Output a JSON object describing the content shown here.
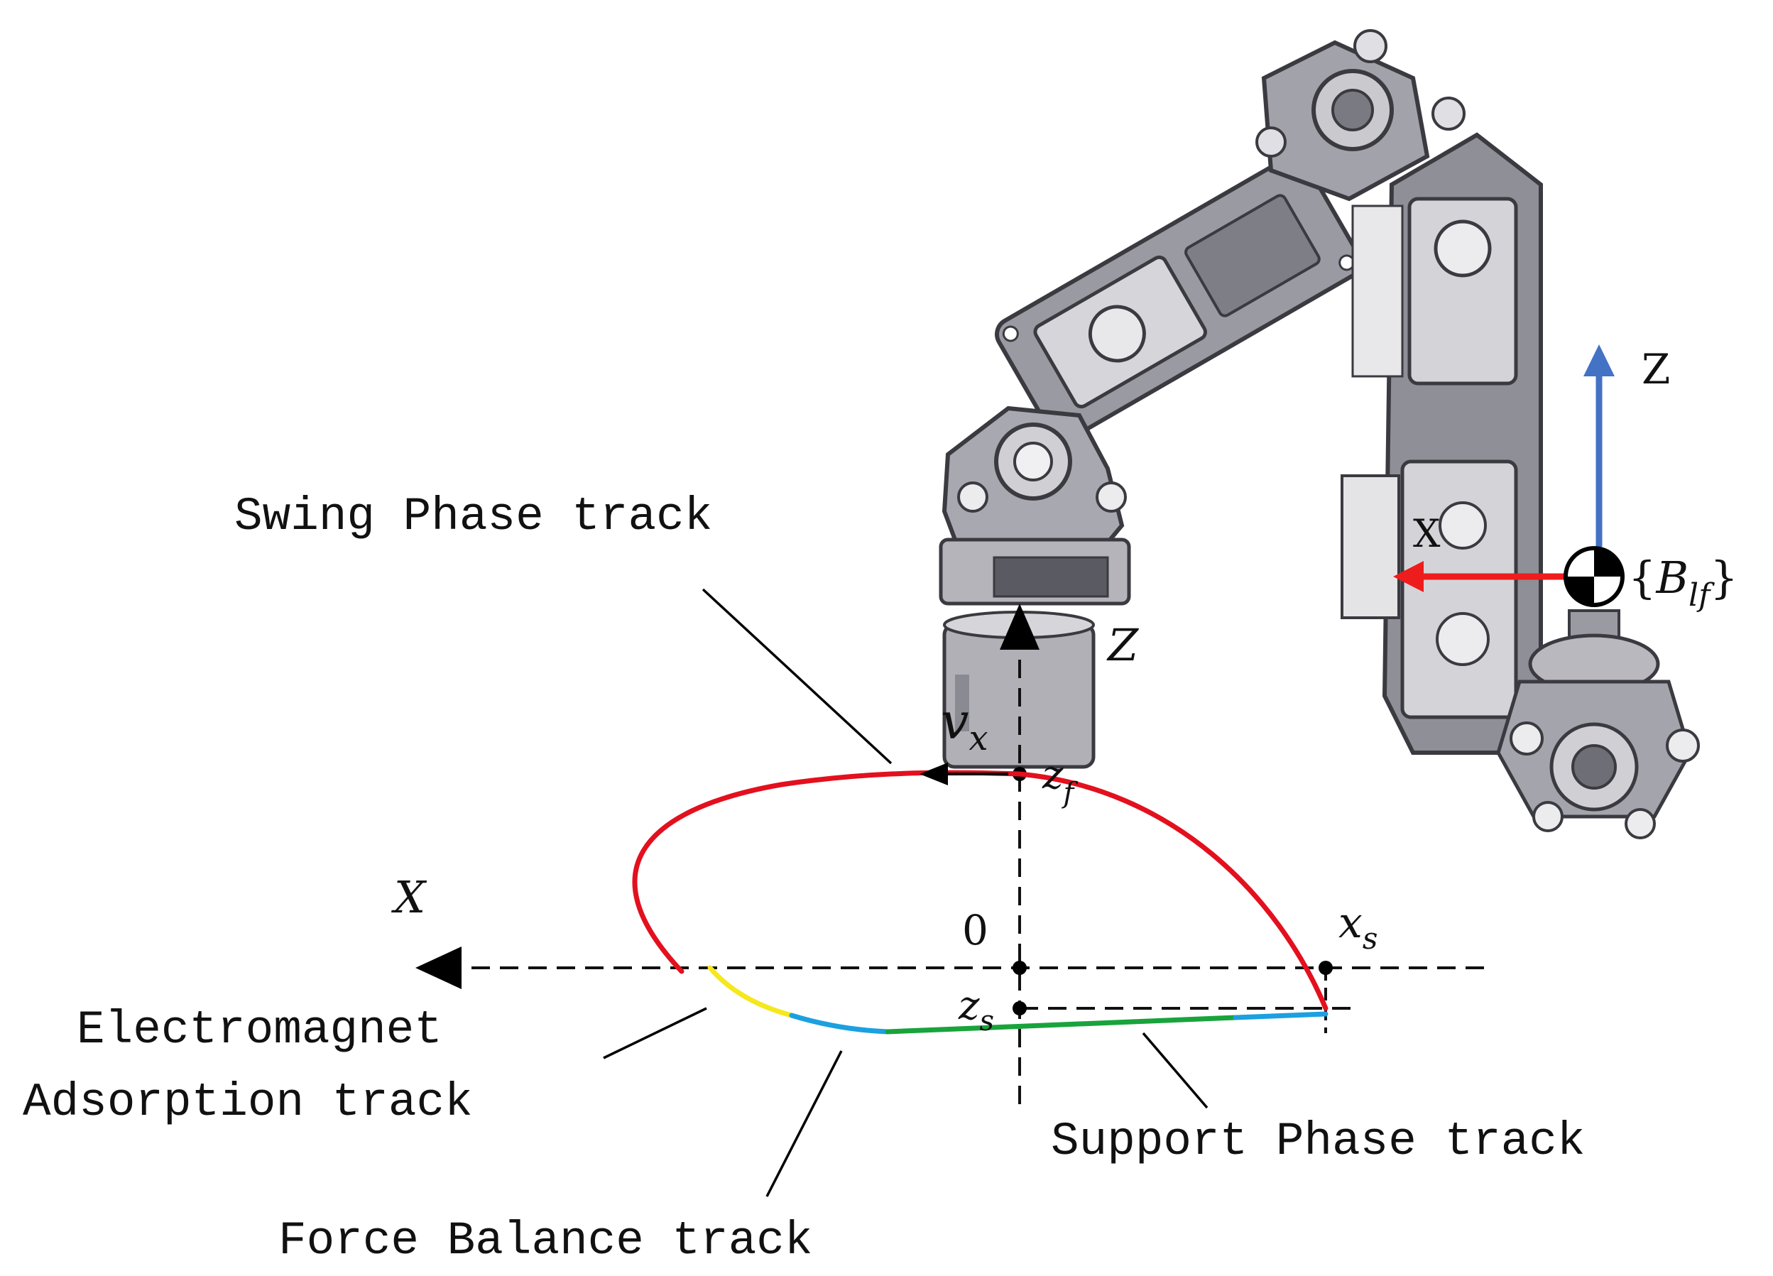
{
  "labels": {
    "swing": "Swing Phase track",
    "electromagnet_line1": "Electromagnet",
    "electromagnet_line2": "Adsorption track",
    "force_balance": "Force Balance track",
    "support": "Support Phase track"
  },
  "axes": {
    "x_label": "X",
    "z_label": "Z",
    "origin": "0",
    "vx": {
      "base": "v",
      "sub": "x"
    },
    "zf": {
      "base": "z",
      "sub": "f"
    },
    "zs": {
      "base": "z",
      "sub": "s"
    },
    "xs": {
      "base": "x",
      "sub": "s"
    }
  },
  "body_frame": {
    "z": "Z",
    "x": "X",
    "label_open": "{",
    "label_base": "B",
    "label_sub": "lf",
    "label_close": "}"
  },
  "colors": {
    "swing": "#e3101e",
    "yellow": "#f5e81c",
    "blue": "#1ba0e0",
    "green": "#19a33c",
    "frame_z": "#4472c4",
    "frame_x": "#ee1c1c",
    "robot_body": "#8c8c94",
    "robot_dark": "#3a3a40"
  },
  "icons": [
    "robot-leg-model",
    "body-frame-marker-icon"
  ]
}
